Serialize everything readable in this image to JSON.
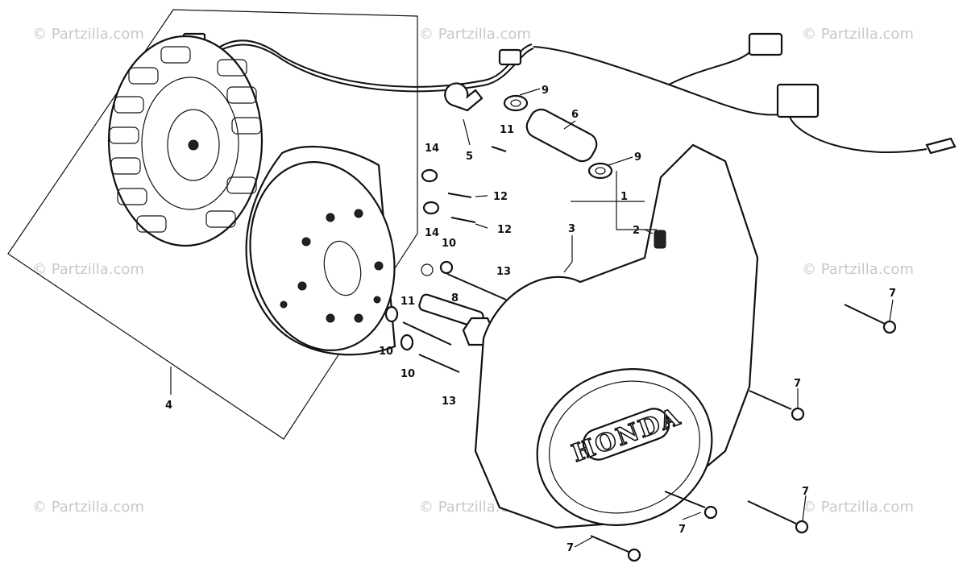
{
  "diagram": {
    "brand_logo": "HONDA",
    "watermark": "© Partzilla.com",
    "callouts": [
      "1",
      "2",
      "3",
      "4",
      "5",
      "6",
      "7",
      "8",
      "9",
      "10",
      "11",
      "12",
      "13",
      "14"
    ]
  }
}
